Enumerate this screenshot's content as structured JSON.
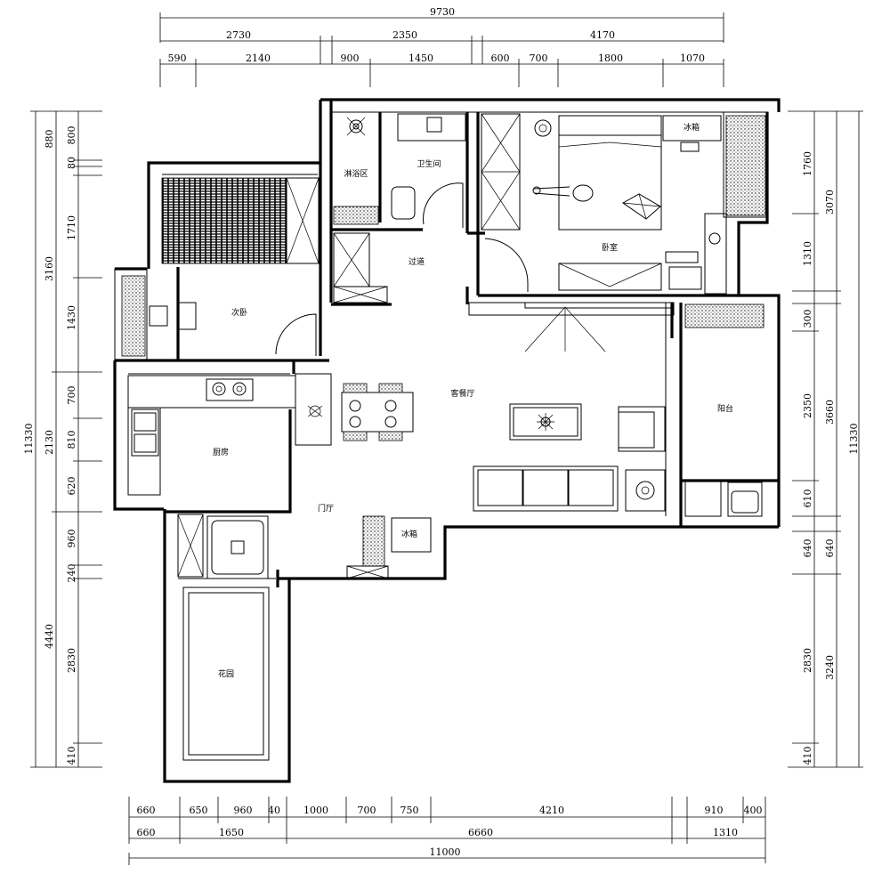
{
  "dimensions": {
    "top_total": "9730",
    "top_row2": [
      "2730",
      "2350",
      "4170"
    ],
    "top_row3": [
      "590",
      "2140",
      "900",
      "1450",
      "600",
      "700",
      "1800",
      "1070"
    ],
    "bottom_row1": [
      "660",
      "650",
      "960",
      "40",
      "1000",
      "700",
      "750",
      "4210",
      "910",
      "400"
    ],
    "bottom_row2": [
      "660",
      "1650",
      "6660",
      "1310"
    ],
    "bottom_total": "11000",
    "left_total": "11330",
    "left_row2": [
      "3160",
      "2130",
      "4440"
    ],
    "left_row3": [
      "880",
      "800",
      "80",
      "1710",
      "1430",
      "700",
      "810",
      "620",
      "960",
      "240",
      "2830",
      "410"
    ],
    "right_total": "11330",
    "right_row2": [
      "3070",
      "3660",
      "640",
      "3240"
    ],
    "right_row3": [
      "1760",
      "1310",
      "300",
      "2350",
      "610",
      "640",
      "2830",
      "410"
    ]
  },
  "rooms": {
    "bathroom_shower": "淋浴区",
    "bathroom": "卫生间",
    "master_bedroom": "卧室",
    "corridor": "过道",
    "second_bedroom": "次卧",
    "living_dining": "客餐厅",
    "kitchen": "厨房",
    "balcony": "阳台",
    "entrance": "门厅",
    "small_label": "冰箱",
    "garden": "花园"
  }
}
